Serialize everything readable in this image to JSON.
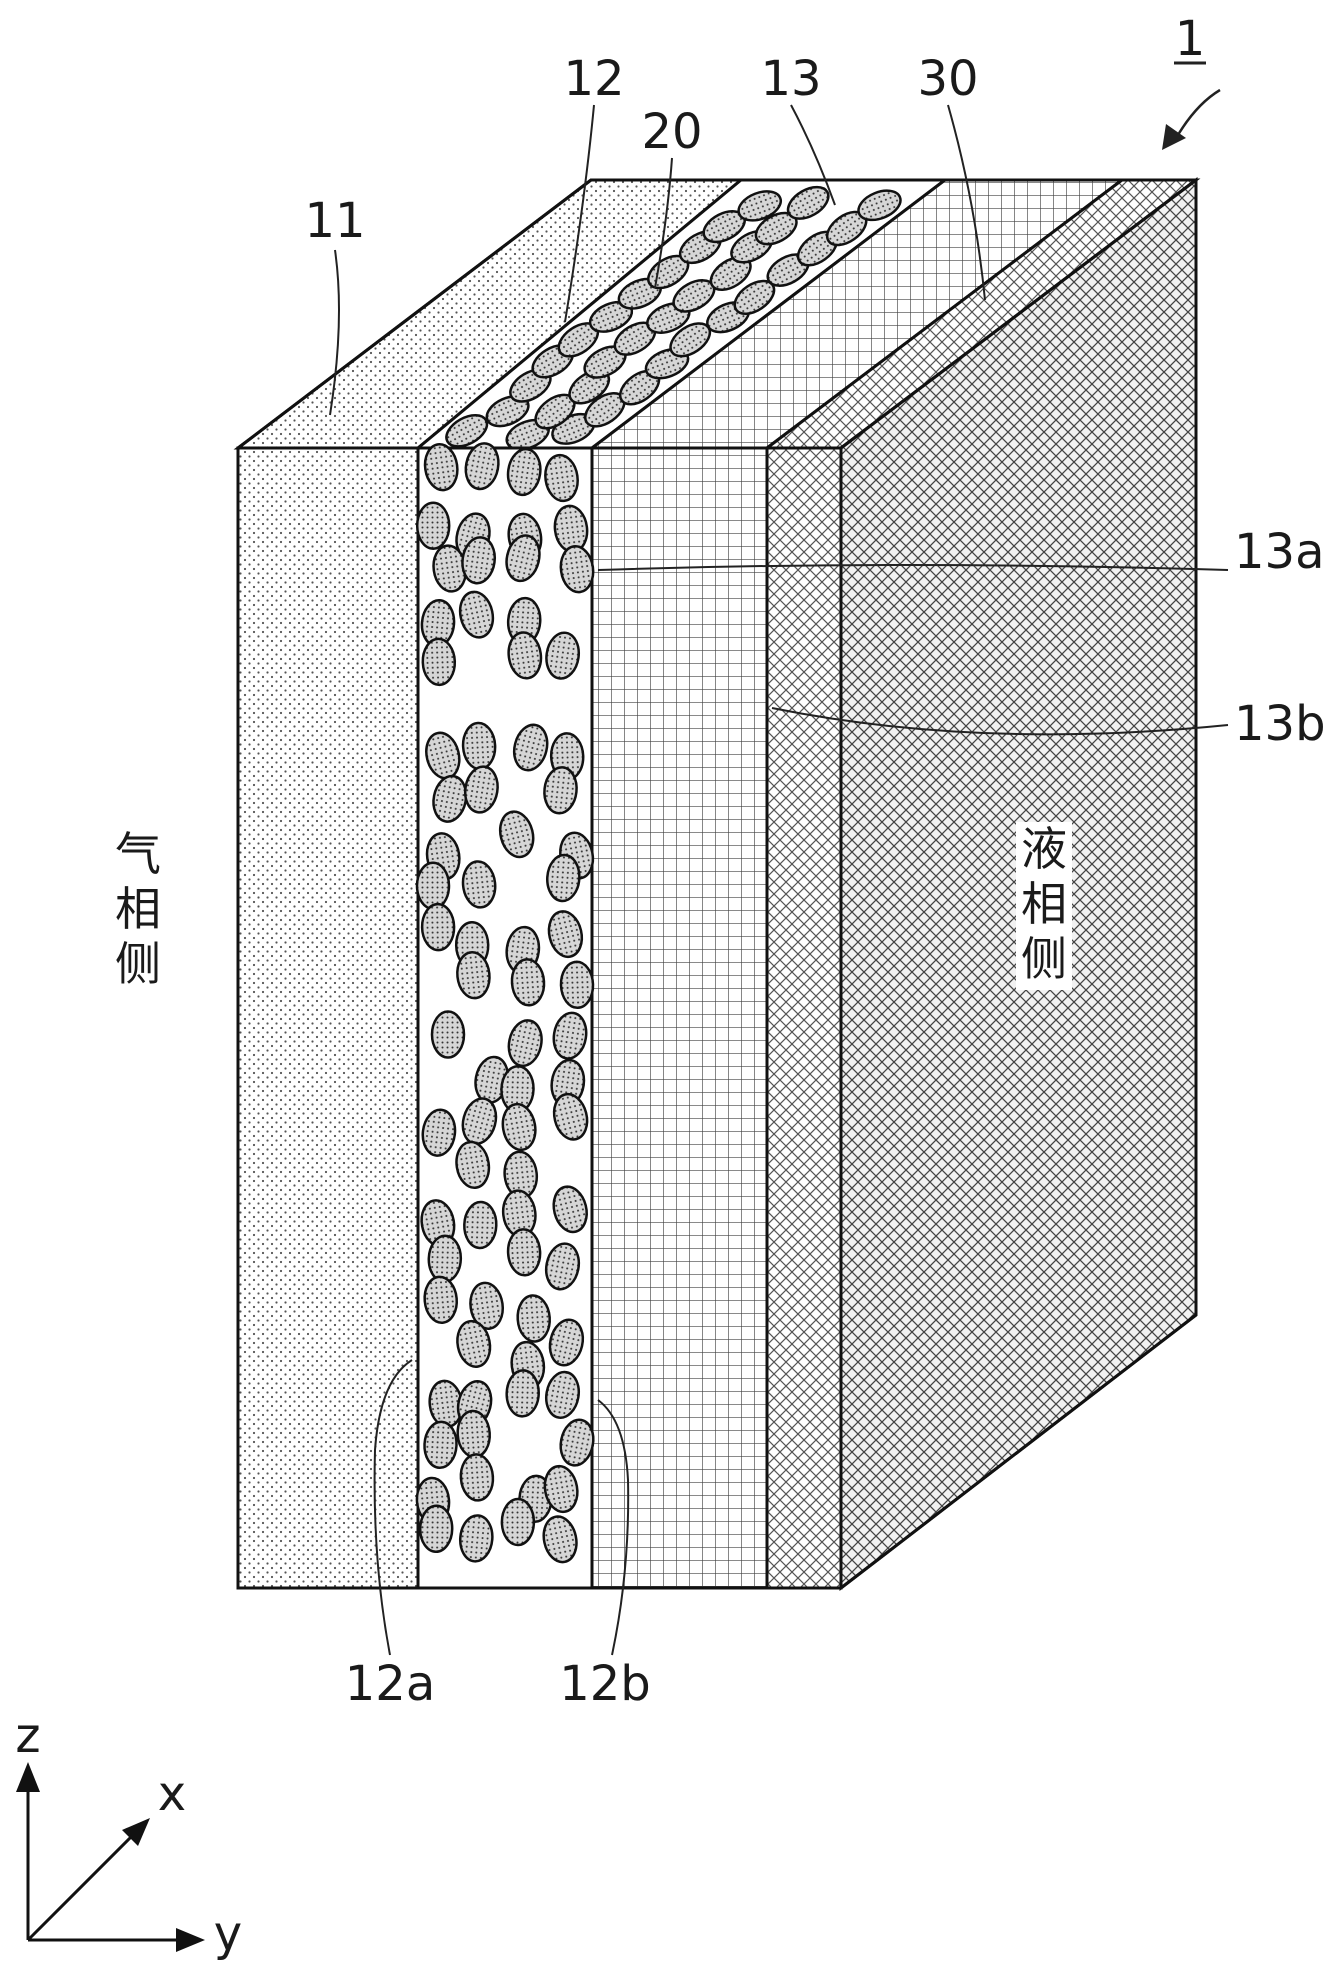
{
  "figure": {
    "ref_numeral": "1",
    "labels": {
      "layer_11": "11",
      "layer_12": "12",
      "layer_13": "13",
      "particles_20": "20",
      "layer_30": "30",
      "face_13a": "13a",
      "face_13b": "13b",
      "face_12a": "12a",
      "face_12b": "12b"
    },
    "sides": {
      "gas_side": [
        "气",
        "相",
        "侧"
      ],
      "liquid_side": [
        "液",
        "相",
        "侧"
      ]
    },
    "axes": {
      "z": "z",
      "x": "x",
      "y": "y"
    },
    "colors": {
      "outline": "#111111",
      "particle_fill": "#9a9a9a",
      "grid": "#444444",
      "hatch": "#555555"
    }
  }
}
